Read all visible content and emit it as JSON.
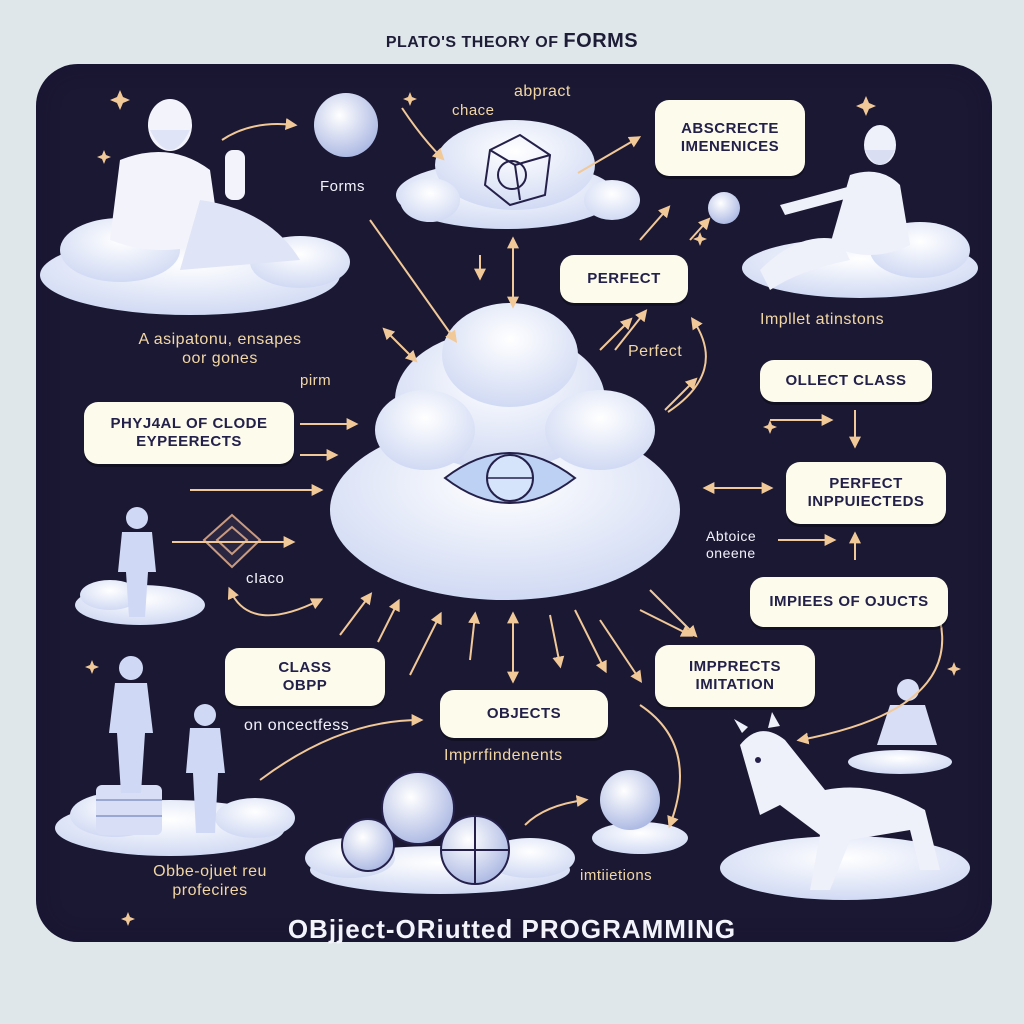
{
  "diagram": {
    "title_prefix": "PLATO'S THEORY OF",
    "title_accent": "FORMS",
    "subtitle": "OBjject-ORiutted PROGRAMMING"
  },
  "boxes": {
    "absrecte": [
      "ABSCRECTE",
      "IMENENICES"
    ],
    "perfect": "PERFECT",
    "object_class": "OLLECT CLASS",
    "perfect_inpuiecteds": [
      "PERFECT",
      "INPPUIECTEDS"
    ],
    "impiees": "IMPIEES OF OJUCTS",
    "impprects": [
      "IMPPRECTS",
      "IMITATION"
    ],
    "objects": "OBJECTS",
    "class_obpp": [
      "CLASS",
      "OBPP"
    ],
    "physical": [
      "PHYJ4AL OF CLODE",
      "EYPEERECTS"
    ]
  },
  "labels": {
    "chace": "chace",
    "abpract": "abpract",
    "forms": "Forms",
    "asipatonu": [
      "A asipatonu, ensapes",
      "oor gones"
    ],
    "pirm": "pirm",
    "perfect_small": "Perfect",
    "implpet": "Impllet atinstons",
    "abtoice": [
      "Abtoice",
      "oneene"
    ],
    "chaco": "cIaco",
    "on_oncectess": "on  oncectfess",
    "impr": "Imprrfindenents",
    "obbe": [
      "Obbe-ojuet reu",
      "profecires"
    ],
    "imtiations": "imtiietions"
  }
}
